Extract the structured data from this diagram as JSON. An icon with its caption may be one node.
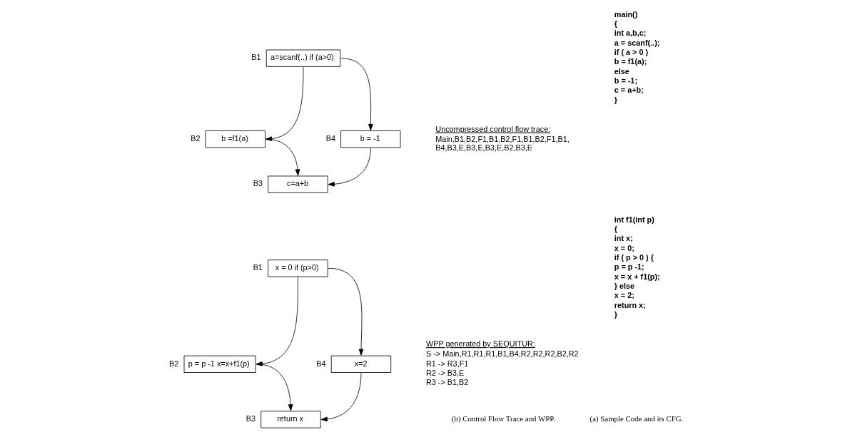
{
  "diagram": {
    "nodes": [
      {
        "text": [
          "a=scanf(..) if (a>0)"
        ],
        "beside": [
          "B1"
        ]
      },
      {
        "text": [
          "b =f1(a)"
        ],
        "beside": [
          "B2"
        ]
      },
      {
        "text": [
          "b = -1"
        ],
        "beside": [
          "B4"
        ]
      },
      {
        "text": [
          "c=a+b"
        ],
        "beside": [
          "B3"
        ]
      },
      {
        "text": [
          "x = 0 if (p>0)"
        ],
        "beside": [
          "B1"
        ]
      },
      {
        "text": [
          "p = p -1 x=x+f1(p)"
        ],
        "beside": [
          "B2"
        ]
      },
      {
        "text": [
          "x=2"
        ],
        "beside": [
          "B4"
        ]
      },
      {
        "text": [
          "return x"
        ],
        "beside": [
          "B3"
        ]
      }
    ],
    "edges": [
      {
        "from": 0,
        "to": 1,
        "arrow": "to"
      },
      {
        "from": 0,
        "to": 2,
        "arrow": "to"
      },
      {
        "from": 1,
        "to": 3,
        "arrow": "to"
      },
      {
        "from": 2,
        "to": 3,
        "arrow": "to"
      },
      {
        "from": 4,
        "to": 5,
        "arrow": "to"
      },
      {
        "from": 4,
        "to": 6,
        "arrow": "to"
      },
      {
        "from": 5,
        "to": 7,
        "arrow": "to"
      },
      {
        "from": 6,
        "to": 7,
        "arrow": "to"
      }
    ],
    "labels": [
      "main()",
      "{",
      "int a,b,c;",
      "a = scanf(..);",
      "if ( a > 0 )",
      "b = f1(a);",
      "else",
      "b = -1;",
      "c = a+b;",
      "}",
      "int f1(int p)",
      "{",
      "int x;",
      "x = 0;",
      "if ( p > 0 ) {",
      "p = p -1;",
      "x = x + f1(p);",
      "} else",
      "x = 2;",
      "return x;",
      "}",
      "Uncompressed control flow trace:",
      "Main,B1,B2,F1,B1,B2,F1,B1,B2,F1,B1, B4,B3,E,B3,E,B3,E,B2,B3,E",
      "WPP generated by SEQUITUR:",
      "S -> Main,R1,R1,R1,B1,B4,R2,R2,R2,B2,R2",
      "R1 -> R3,F1",
      "R2 -> B3,E",
      "R3 -> B1,B2",
      "(a) Sample Code and its CFG.",
      "(b) Control Flow Trace and WPP."
    ]
  }
}
